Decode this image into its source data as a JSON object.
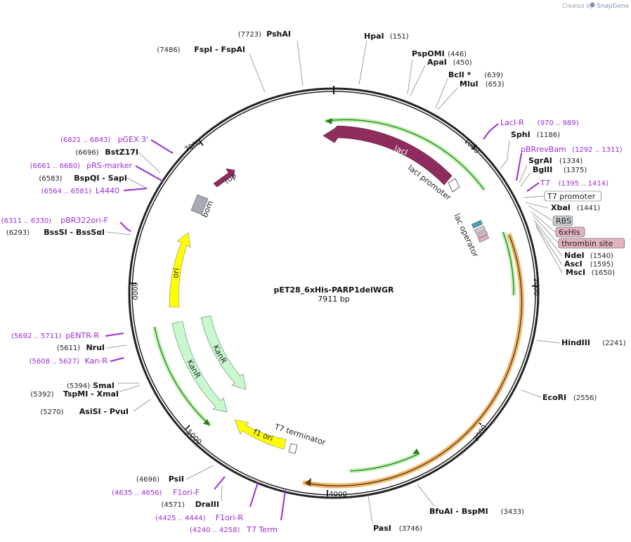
{
  "credit": {
    "prefix": "Created by",
    "brand": "SnapGene"
  },
  "plasmid": {
    "name": "pET28_6xHis-PARP1delWGR",
    "length": "7911 bp"
  },
  "ticks": [
    "1000",
    "2000",
    "3000",
    "4000",
    "5000",
    "6000",
    "7000"
  ],
  "sites": [
    {
      "name": "HpaI",
      "pos": "(151)"
    },
    {
      "name": "PspOMI",
      "pos": "(446)"
    },
    {
      "name": "ApaI",
      "pos": "(450)"
    },
    {
      "name": "BclI *",
      "pos": "(639)"
    },
    {
      "name": "MluI",
      "pos": "(653)"
    },
    {
      "name": "SphI",
      "pos": "(1186)"
    },
    {
      "name": "SgrAI",
      "pos": "(1334)"
    },
    {
      "name": "BglII",
      "pos": "(1375)"
    },
    {
      "name": "XbaI",
      "pos": "(1441)"
    },
    {
      "name": "NdeI",
      "pos": "(1540)"
    },
    {
      "name": "AscI",
      "pos": "(1595)"
    },
    {
      "name": "MscI",
      "pos": "(1650)"
    },
    {
      "name": "HindIII",
      "pos": "(2241)"
    },
    {
      "name": "EcoRI",
      "pos": "(2556)"
    },
    {
      "name": "BfuAI - BspMI",
      "pos": "(3433)"
    },
    {
      "name": "PasI",
      "pos": "(3746)"
    },
    {
      "name": "DraIII",
      "pos": "(4571)"
    },
    {
      "name": "PsiI",
      "pos": "(4696)"
    },
    {
      "name": "AsiSI - PvuI",
      "pos": "(5270)"
    },
    {
      "name": "TspMI - XmaI",
      "pos": "(5392)"
    },
    {
      "name": "SmaI",
      "pos": "(5394)"
    },
    {
      "name": "NruI",
      "pos": "(5611)"
    },
    {
      "name": "BssSI - BssSαI",
      "pos": "(6293)"
    },
    {
      "name": "BspQI - SapI",
      "pos": "(6583)"
    },
    {
      "name": "BstZ17I",
      "pos": "(6696)"
    },
    {
      "name": "FspI - FspAI",
      "pos": "(7486)"
    },
    {
      "name": "PshAI",
      "pos": "(7723)"
    }
  ],
  "primers": [
    {
      "name": "LacI-R",
      "pos": "(970 .. 989)"
    },
    {
      "name": "pBRrevBam",
      "pos": "(1292 .. 1311)"
    },
    {
      "name": "T7",
      "pos": "(1395 .. 1414)"
    },
    {
      "name": "T7 Term",
      "pos": "(4240 .. 4258)"
    },
    {
      "name": "F1ori-R",
      "pos": "(4425 .. 4444)"
    },
    {
      "name": "F1ori-F",
      "pos": "(4635 .. 4656)"
    },
    {
      "name": "Kan-R",
      "pos": "(5608 .. 5627)"
    },
    {
      "name": "pENTR-R",
      "pos": "(5692 .. 5711)"
    },
    {
      "name": "pBR322ori-F",
      "pos": "(6311 .. 6330)"
    },
    {
      "name": "L4440",
      "pos": "(6564 .. 6581)"
    },
    {
      "name": "pRS-marker",
      "pos": "(6661 .. 6680)"
    },
    {
      "name": "pGEX 3'",
      "pos": "(6821 .. 6843)"
    }
  ],
  "boxed_features": [
    {
      "name": "T7 promoter",
      "fill": "#ffffff"
    },
    {
      "name": "RBS",
      "fill": "#c8ccd1"
    },
    {
      "name": "6xHis",
      "fill": "#e2b2bf"
    },
    {
      "name": "thrombin site",
      "fill": "#e2b2bf"
    }
  ],
  "features": [
    {
      "name": "lacI",
      "color": "#8e2c5e"
    },
    {
      "name": "lacI promoter",
      "color": "#ffffff"
    },
    {
      "name": "lac operator",
      "color": "#4b9fb8"
    },
    {
      "name": "rop",
      "color": "#8e2c5e"
    },
    {
      "name": "bom",
      "color": "#a6abb3"
    },
    {
      "name": "ori",
      "color": "#ffff00"
    },
    {
      "name": "KanR",
      "color": "#c9f7cf"
    },
    {
      "name": "KanR",
      "color": "#c9f7cf"
    },
    {
      "name": "f1 ori",
      "color": "#ffff00"
    },
    {
      "name": "T7 terminator",
      "color": "#ffffff"
    }
  ],
  "colors": {
    "primer": "#9a2bd6",
    "orf_outline": "#e8a346",
    "orf_inner": "#4aa83e",
    "backbone": "#222222"
  }
}
